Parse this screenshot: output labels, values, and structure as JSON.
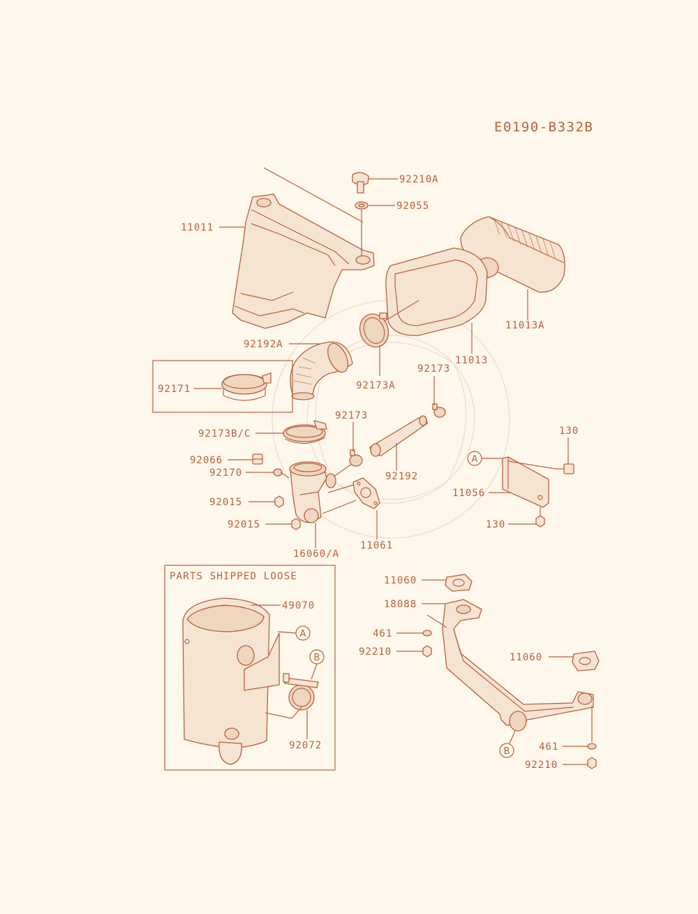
{
  "diagram_code": "E0190-B332B",
  "box_title": "PARTS SHIPPED LOOSE",
  "colors": {
    "line": "#b8603a",
    "background": "#fdf7ec"
  },
  "labels": {
    "p92210A": "92210A",
    "p92055": "92055",
    "p11011": "11011",
    "p11013A": "11013A",
    "p11013": "11013",
    "p92192A": "92192A",
    "p92173A": "92173A",
    "p92173_top": "92173",
    "p92171": "92171",
    "p92173_mid": "92173",
    "p92173BC": "92173B/C",
    "p92192": "92192",
    "p130_top": "130",
    "p92066": "92066",
    "p92170": "92170",
    "p92015_a": "92015",
    "p92015_b": "92015",
    "p16060A": "16060/A",
    "p11061": "11061",
    "p11056": "11056",
    "p130_bot": "130",
    "p49070": "49070",
    "p92072": "92072",
    "p11060_a": "11060",
    "p18088": "18088",
    "p461_a": "461",
    "p92210_a": "92210",
    "p11060_b": "11060",
    "p461_b": "461",
    "p92210_b": "92210"
  },
  "callouts": {
    "A_bracket": "A",
    "A_muffler": "A",
    "B_muffler": "B",
    "B_pipe": "B"
  }
}
